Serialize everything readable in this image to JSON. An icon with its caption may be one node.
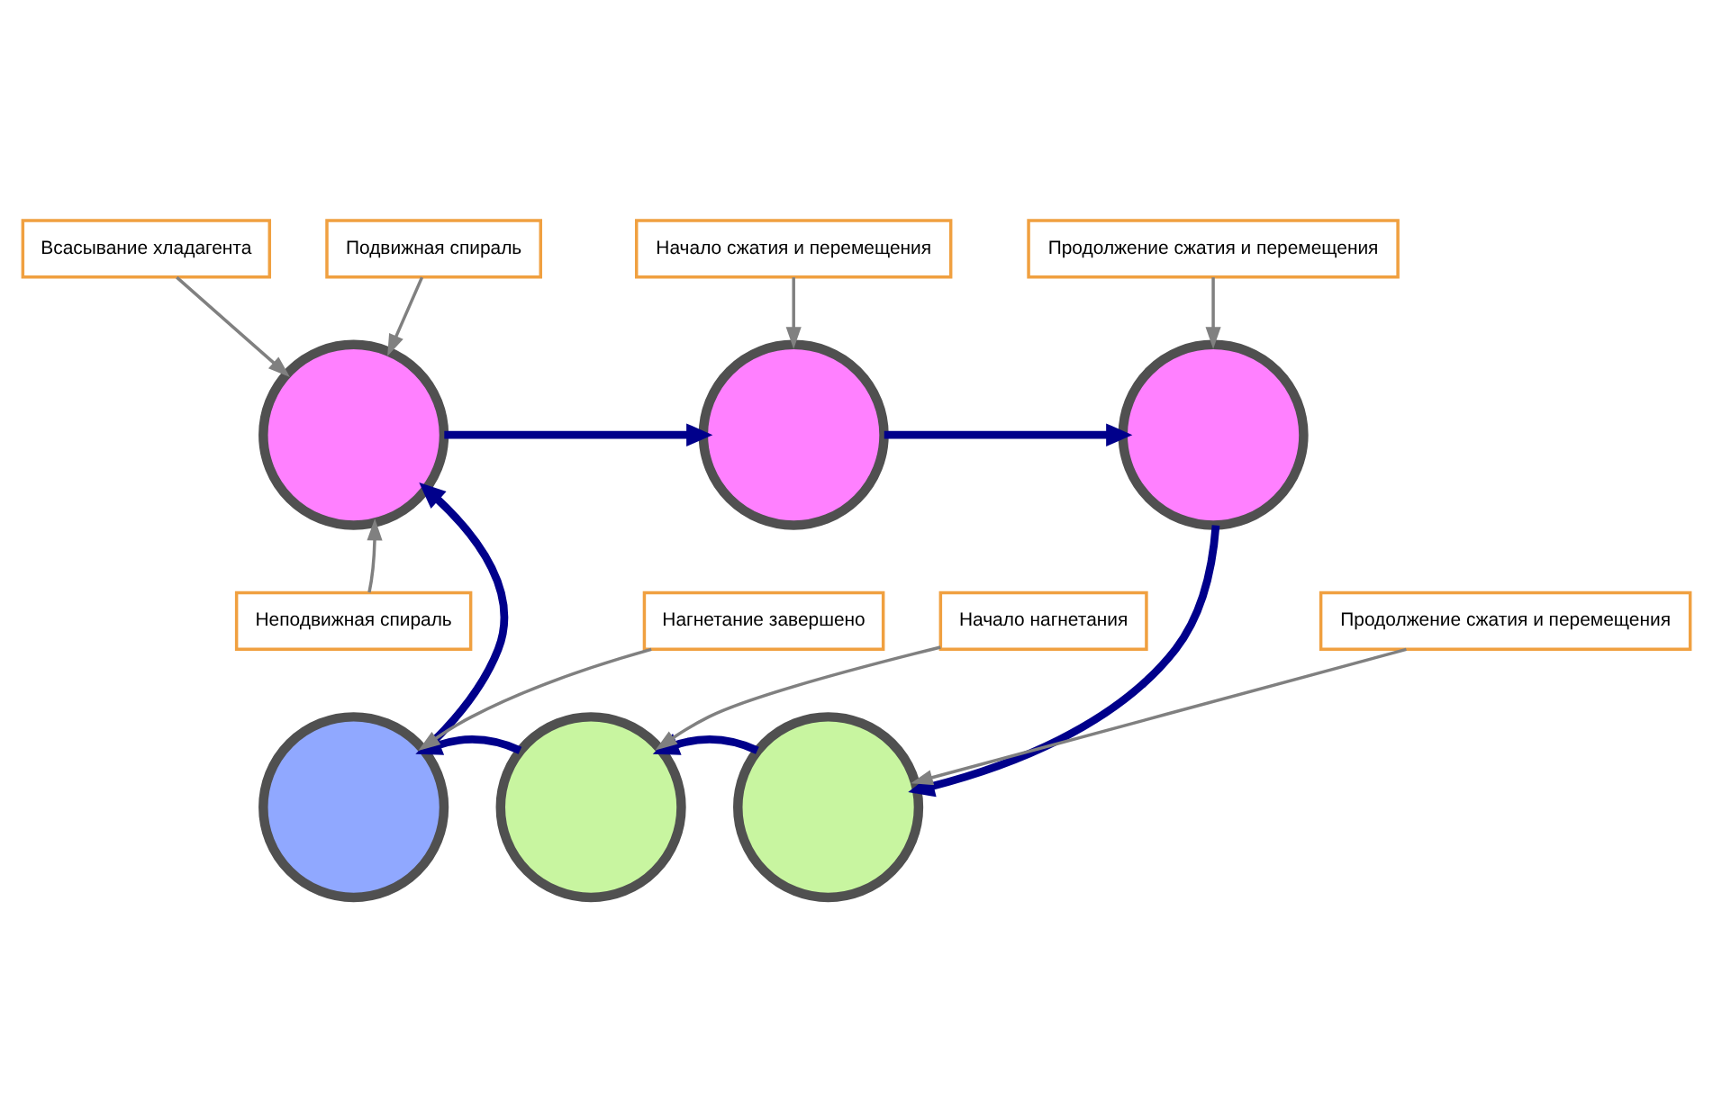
{
  "diagram": {
    "nodes": [
      {
        "text": [
          "Всасывание хладагента"
        ]
      },
      {
        "text": [],
        "shape": "circle"
      },
      {
        "text": [],
        "shape": "circle"
      },
      {
        "text": [
          "Продолжение сжатия и перемещения"
        ]
      },
      {
        "text": [],
        "shape": "circle"
      },
      {
        "text": [
          "Неподвижная спираль"
        ]
      },
      {
        "text": [
          "Подвижная спираль"
        ]
      },
      {
        "text": [
          "Начало сжатия и перемещения"
        ]
      },
      {
        "text": [
          "Продолжение сжатия и перемещения"
        ]
      },
      {
        "text": [],
        "shape": "circle"
      },
      {
        "text": [],
        "shape": "circle"
      },
      {
        "text": [],
        "shape": "circle"
      },
      {
        "text": [
          "Нагнетание завершено"
        ]
      },
      {
        "text": [
          "Начало нагнетания"
        ]
      }
    ],
    "edges": [
      {
        "from": 1,
        "to": 2,
        "arrow": "to",
        "style": "thick",
        "color": "#00008b"
      },
      {
        "from": 2,
        "to": 4,
        "arrow": "to",
        "style": "thick",
        "color": "#00008b"
      },
      {
        "from": 4,
        "to": 11,
        "arrow": "to",
        "style": "thick",
        "color": "#00008b"
      },
      {
        "from": 11,
        "to": 10,
        "arrow": "to",
        "style": "thick",
        "color": "#00008b"
      },
      {
        "from": 10,
        "to": 9,
        "arrow": "to",
        "style": "thick",
        "color": "#00008b"
      },
      {
        "from": 9,
        "to": 1,
        "arrow": "to",
        "style": "thick",
        "color": "#00008b"
      },
      {
        "from": 0,
        "to": 1,
        "arrow": "to"
      },
      {
        "from": 5,
        "to": 1,
        "arrow": "to"
      },
      {
        "from": 6,
        "to": 1,
        "arrow": "to"
      },
      {
        "from": 7,
        "to": 2,
        "arrow": "to"
      },
      {
        "from": 3,
        "to": 4,
        "arrow": "to"
      },
      {
        "from": 8,
        "to": 11,
        "arrow": "to"
      },
      {
        "from": 12,
        "to": 9,
        "arrow": "to"
      },
      {
        "from": 13,
        "to": 10,
        "arrow": "to"
      }
    ]
  }
}
